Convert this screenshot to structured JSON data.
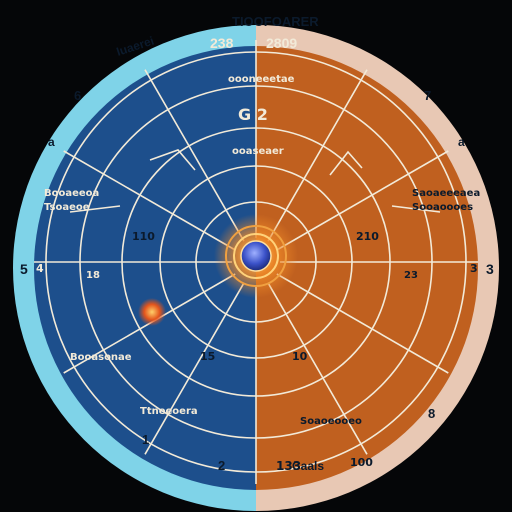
{
  "colors": {
    "background": "#050608",
    "left_fill": "#1d4f8c",
    "right_fill": "#c0601f",
    "outer_ring_left": "#7fd3e8",
    "outer_ring_right": "#e8c8b4",
    "grid_line": "#f2ead8",
    "label_text": "#0b1a2c",
    "center_glow": "#f08a28",
    "center_core": "#3b52c9"
  },
  "rim_labels": {
    "top": "TIOOFOARER",
    "top_left_year": "238",
    "top_right_year": "2809",
    "top_left_word": "Iuaerei",
    "bottom_right": "Caals",
    "left_numeral": "5",
    "right_numeral": "3",
    "bottom_left_numeral": "1",
    "bottom_center_numeral": "2",
    "bottom_right_numeral": "8",
    "upper_left_numeral": "6",
    "upper_right_numeral": "7",
    "left_upper_a": "a",
    "right_upper_a": "a"
  },
  "inner_labels": {
    "center_top": "G 2",
    "center_tag": "ooaseaer",
    "top_band": "oooneeetae",
    "left_mid_num": "110",
    "right_mid_num": "210",
    "left_lower_num": "15",
    "right_lower_num": "10",
    "bottom_num": "133",
    "bottom_right_num": "100",
    "left_block_1": "Booaeeoa",
    "left_block_2": "Tsoaeoe",
    "left_lower_block": "Booasonae",
    "left_bottom_block": "Ttneeoera",
    "right_block_1": "Saoaeeeaea",
    "right_block_2": "Sooaoooes",
    "right_bottom_block": "Soaoeooeo",
    "left_small": "4",
    "right_small": "3",
    "mid_left_small": "18",
    "mid_right_small": "23"
  }
}
